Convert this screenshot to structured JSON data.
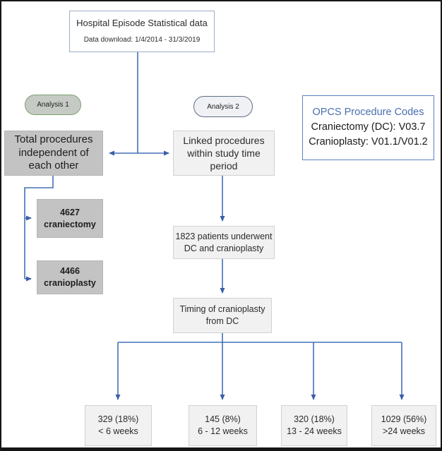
{
  "diagram": {
    "top_box": {
      "title": "Hospital Episode Statistical data",
      "subtitle": "Data download: 1/4/2014 - 31/3/2019"
    },
    "analysis1": {
      "label": "Analysis 1"
    },
    "analysis2": {
      "label": "Analysis 2"
    },
    "total_procedures": {
      "text": "Total procedures independent of each other"
    },
    "craniectomy": {
      "count": "4627",
      "label": "craniectomy"
    },
    "cranioplasty": {
      "count": "4466",
      "label": "cranioplasty"
    },
    "linked_procedures": {
      "text": "Linked procedures within study time period"
    },
    "opcs": {
      "title": "OPCS Procedure Codes",
      "craniectomy_code": "Craniectomy (DC): V03.7",
      "cranioplasty_code": "Cranioplasty: V01.1/V01.2"
    },
    "patients": {
      "text": "1823 patients underwent DC and cranioplasty"
    },
    "timing": {
      "text": "Timing of cranioplasty from DC"
    },
    "outcomes": [
      {
        "count": "329 (18%)",
        "range": "< 6 weeks"
      },
      {
        "count": "145 (8%)",
        "range": "6 - 12 weeks"
      },
      {
        "count": "320 (18%)",
        "range": "13 - 24 weeks"
      },
      {
        "count": "1029 (56%)",
        "range": ">24 weeks"
      }
    ],
    "colors": {
      "arrow_blue": "#4470b8",
      "opcs_border_blue": "#5b82c2",
      "opcs_title_blue": "#4a6fae",
      "analysis1_border_green": "#7ca26f",
      "analysis2_border_slate": "#5c6d85",
      "gray_fill": "#c3c3c3",
      "light_fill": "#f1f1f1",
      "frame_black": "#161616"
    }
  }
}
